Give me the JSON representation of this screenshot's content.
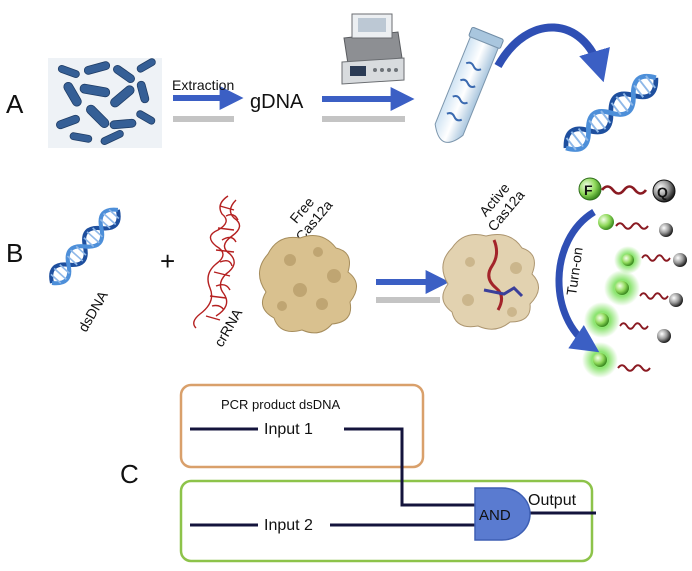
{
  "panels": {
    "a": {
      "letter": "A",
      "arrow_label": "Extraction",
      "gdna": "gDNA"
    },
    "b": {
      "letter": "B",
      "plus": "+",
      "dsdna": "dsDNA",
      "crrna": "crRNA",
      "free_line1": "Free",
      "free_line2": "Cas12a",
      "active_line1": "Active",
      "active_line2": "Cas12a",
      "turn_on": "Turn-on",
      "fluorophore": "F",
      "quencher": "Q"
    },
    "c": {
      "letter": "C",
      "box_title": "PCR product dsDNA",
      "input1": "Input 1",
      "input2": "Input 2",
      "gate": "AND",
      "output": "Output"
    }
  },
  "colors": {
    "arrow_blue": "#3b5fc4",
    "dna_blue": "#2f6fc1",
    "rna_red": "#b52020",
    "protein_tan": "#d9c18f",
    "orange_box": "#d9a06b",
    "green_box": "#8dc34a",
    "gate_fill": "#5a7bd0",
    "wire": "#1a1a4a",
    "glow_green": "#7fe36a"
  },
  "icons": [
    "bacteria-image",
    "thermocycler-icon",
    "tube-icon",
    "dna-helix-icon",
    "crrna-icon",
    "protein-icon",
    "reporter-probe-icon"
  ]
}
